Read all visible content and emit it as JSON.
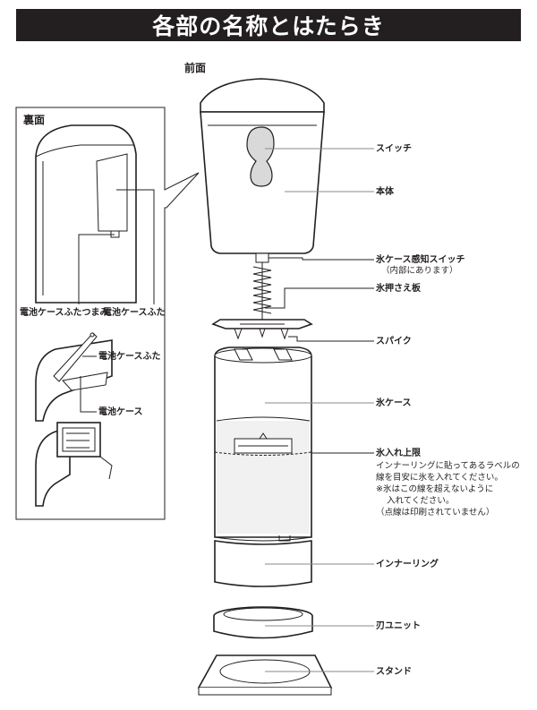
{
  "title": "各部の名称とはたらき",
  "views": {
    "front": "前面",
    "back": "裏面"
  },
  "back_labels": {
    "battery_cover_knob": "電池ケースふたつまみ",
    "battery_cover": "電池ケースふた",
    "battery_cover_2": "電池ケースふた",
    "battery_case": "電池ケース"
  },
  "front_labels": {
    "switch": "スイッチ",
    "body": "本体",
    "ice_case_switch": "氷ケース感知スイッチ",
    "ice_case_switch_note": "（内部にあります）",
    "ice_press_plate": "氷押さえ板",
    "spike": "スパイク",
    "ice_case": "氷ケース",
    "ice_limit": "氷入れ上限",
    "ice_limit_note_1": "インナーリングに貼ってあるラベルの",
    "ice_limit_note_2": "線を目安に氷を入れてください。",
    "ice_limit_note_3": "※氷はこの線を超えないように",
    "ice_limit_note_4": "入れてください。",
    "ice_limit_note_5": "（点線は印刷されていません）",
    "inner_ring": "インナーリング",
    "blade_unit": "刃ユニット",
    "stand": "スタンド"
  }
}
